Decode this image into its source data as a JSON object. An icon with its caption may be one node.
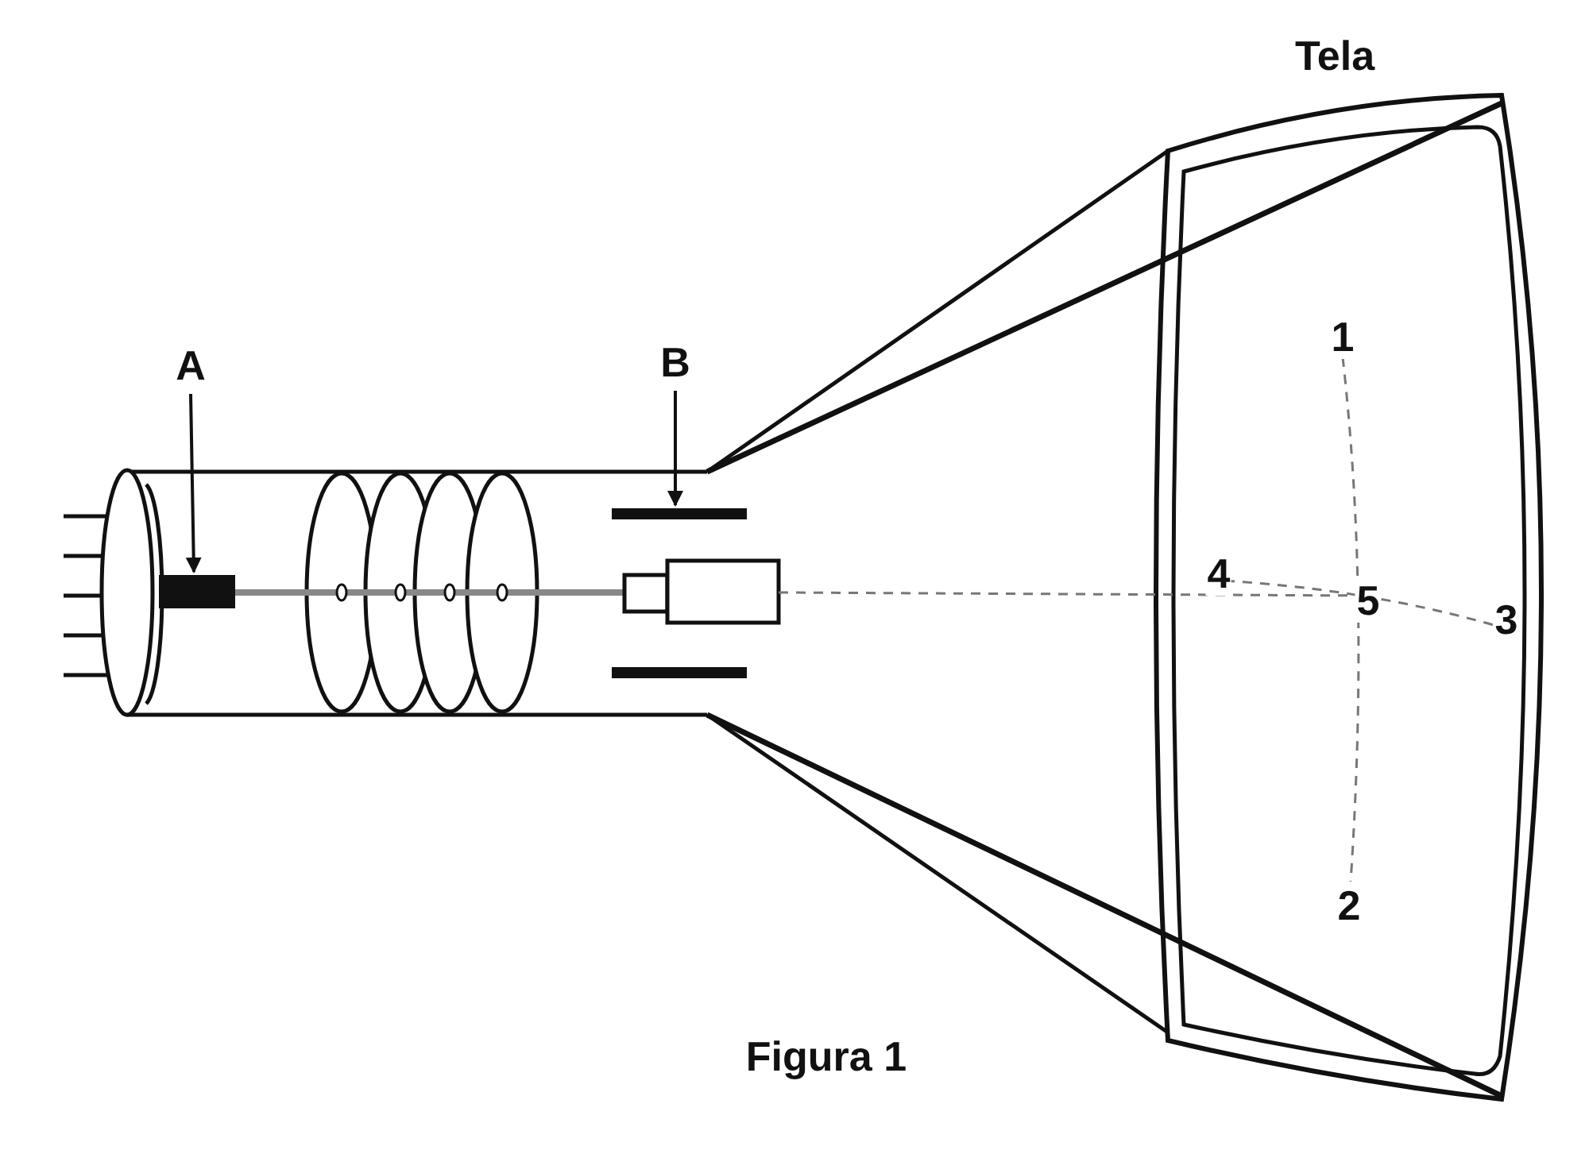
{
  "diagram": {
    "caption": "Figura 1",
    "nodes": [
      {
        "text": [
          "A"
        ]
      },
      {
        "text": [],
        "shape": "bar"
      },
      {
        "text": [
          "B"
        ]
      },
      {
        "text": [],
        "shape": "bar"
      }
    ],
    "edges": [
      {
        "from": 0,
        "to": 1,
        "arrow": "to"
      },
      {
        "from": 2,
        "to": 3,
        "arrow": "to"
      }
    ],
    "labels": [
      "Tela",
      "1",
      "4",
      "5",
      "3",
      "2"
    ]
  }
}
